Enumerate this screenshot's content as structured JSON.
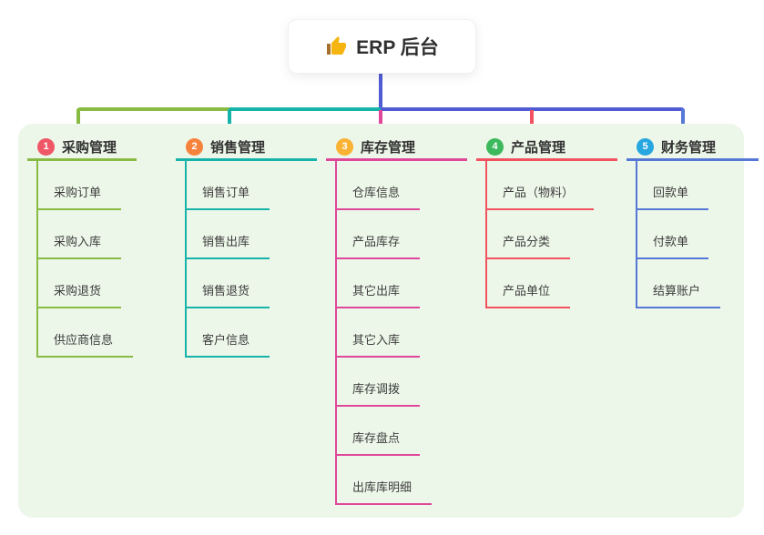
{
  "root": {
    "label": "ERP 后台",
    "icon": "thumbs-up-icon"
  },
  "colors": {
    "main_line": "#4f5cd4",
    "panel_bg": "#edf7e9",
    "card_bg": "#ffffff",
    "text": "#333333"
  },
  "branches": [
    {
      "num": "1",
      "label": "采购管理",
      "badge_color": "#ef5767",
      "line_color": "#88bb44",
      "items": [
        "采购订单",
        "采购入库",
        "采购退货",
        "供应商信息"
      ]
    },
    {
      "num": "2",
      "label": "销售管理",
      "badge_color": "#f6833b",
      "line_color": "#16b3aa",
      "items": [
        "销售订单",
        "销售出库",
        "销售退货",
        "客户信息"
      ]
    },
    {
      "num": "3",
      "label": "库存管理",
      "badge_color": "#f9b234",
      "line_color": "#e0479b",
      "items": [
        "仓库信息",
        "产品库存",
        "其它出库",
        "其它入库",
        "库存调拨",
        "库存盘点",
        "出库库明细"
      ]
    },
    {
      "num": "4",
      "label": "产品管理",
      "badge_color": "#3cb95c",
      "line_color": "#f2525f",
      "items": [
        "产品（物料）",
        "产品分类",
        "产品单位"
      ]
    },
    {
      "num": "5",
      "label": "财务管理",
      "badge_color": "#27a6e0",
      "line_color": "#5577d5",
      "items": [
        "回款单",
        "付款单",
        "结算账户"
      ]
    }
  ]
}
